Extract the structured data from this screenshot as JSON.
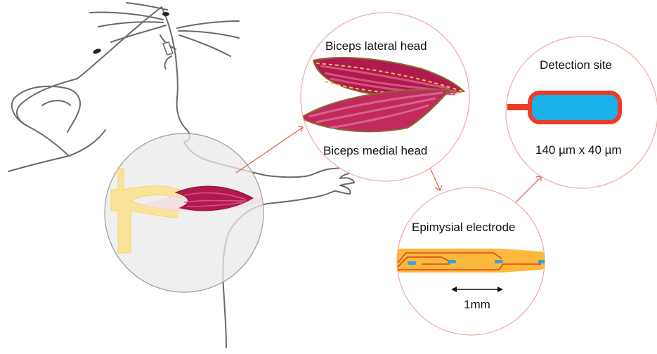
{
  "labels": {
    "biceps_lateral": "Biceps lateral head",
    "biceps_medial": "Biceps medial head",
    "detection_site": "Detection site",
    "detection_size": "140 µm x 40 µm",
    "electrode": "Epimysial electrode",
    "scale": "1mm"
  },
  "colors": {
    "muscle": "#b0194f",
    "muscle_light": "#d4547f",
    "fascia": "#f2c14e",
    "nerve": "#fbe39a",
    "electrode_body": "#fbb93b",
    "electrode_trace": "#e0241c",
    "contact": "#29a8e0",
    "contact_border": "#ef3b24",
    "connector": "#e8564a",
    "circle_border": "#f2a7a0",
    "outline": "#555555"
  }
}
